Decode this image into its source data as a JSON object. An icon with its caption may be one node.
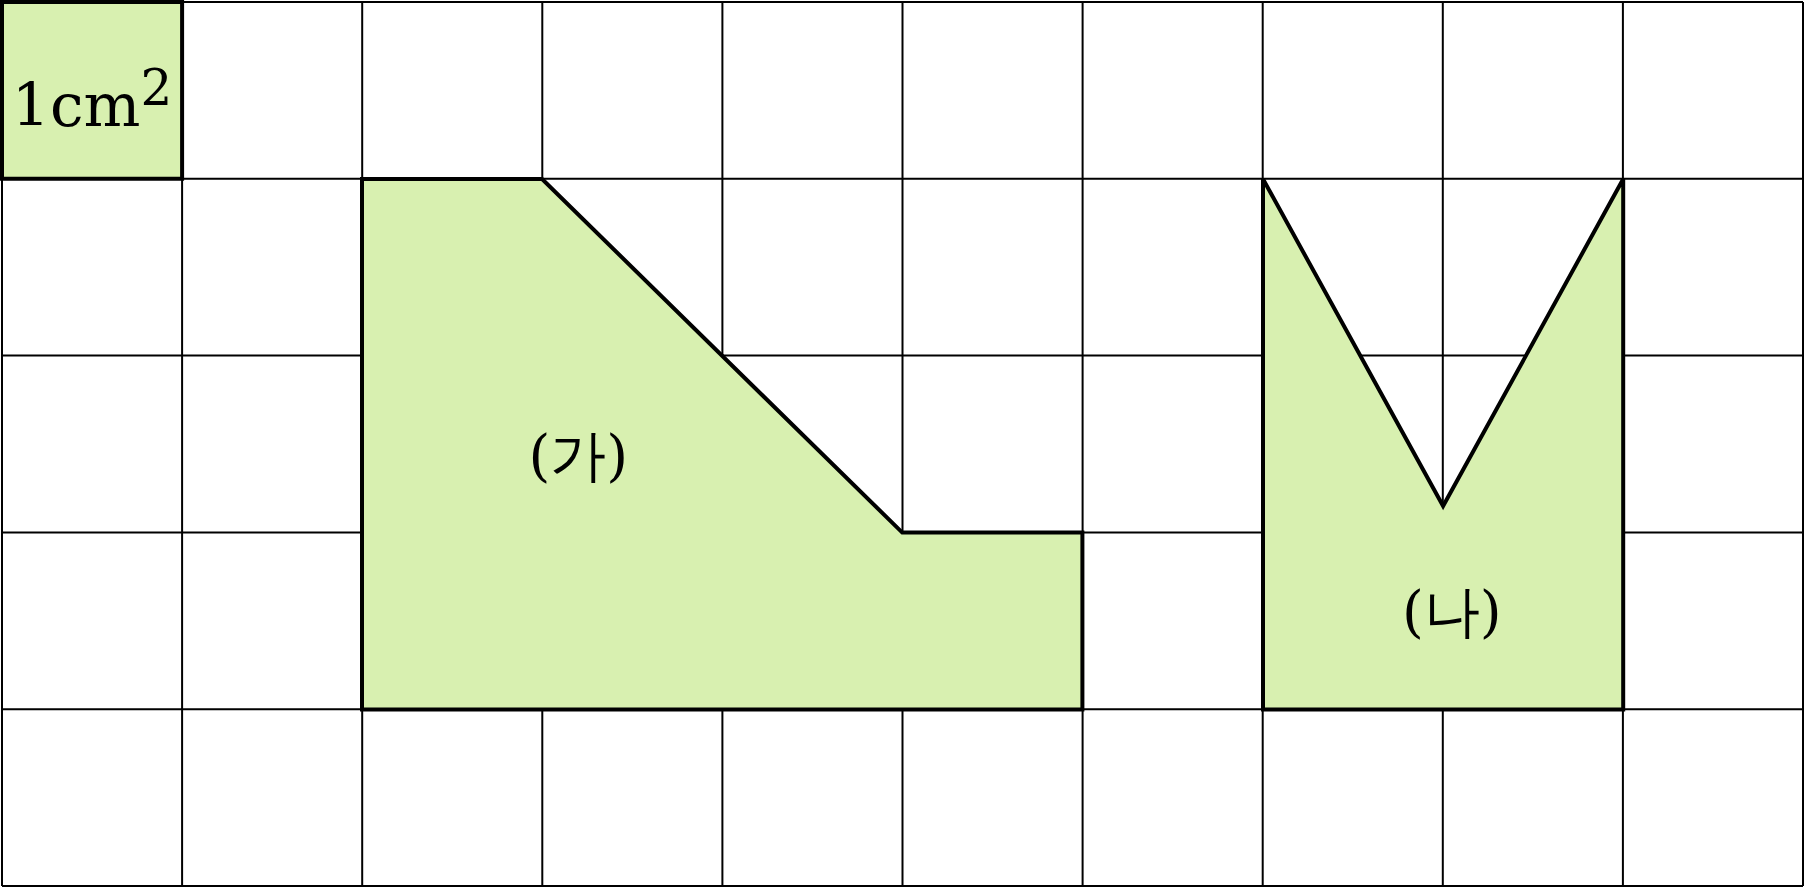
{
  "diagram": {
    "nodes": [
      {
        "text": [
          "1cm$^{2}$"
        ]
      },
      {
        "text": [
          "(가)"
        ]
      },
      {
        "text": [
          "(나)"
        ]
      }
    ]
  }
}
